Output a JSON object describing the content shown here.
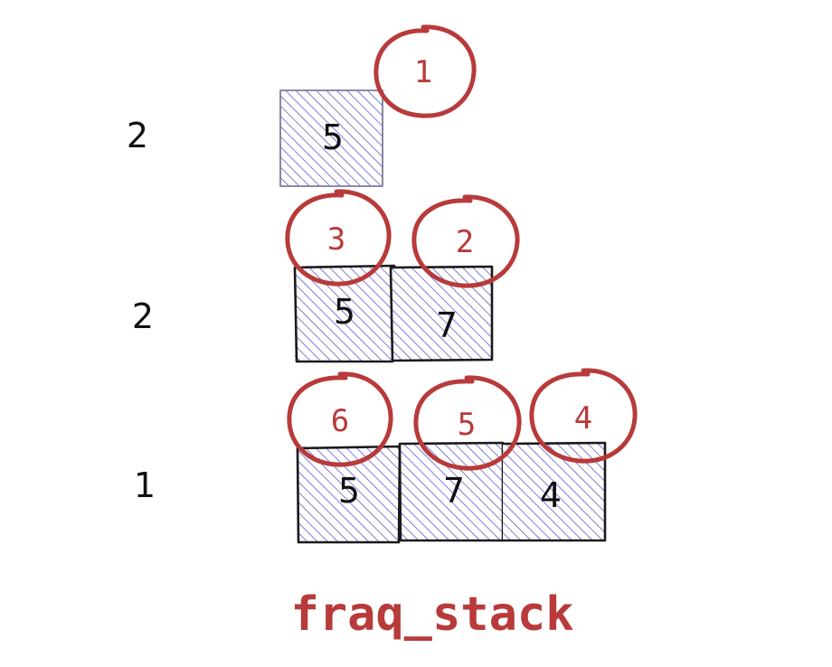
{
  "title": "fraq_stack",
  "colors": {
    "ring": "#b83a3a",
    "hatch": "#4a46c8",
    "box_edge": "#1a1a1a",
    "title": "#b83a3a"
  },
  "rows": [
    {
      "frequency": "2",
      "boxes": [
        {
          "value": "5",
          "push_order": "1"
        }
      ]
    },
    {
      "frequency": "2",
      "boxes": [
        {
          "value": "5",
          "push_order": "3"
        },
        {
          "value": "7",
          "push_order": "2"
        }
      ]
    },
    {
      "frequency": "1",
      "boxes": [
        {
          "value": "5",
          "push_order": "6"
        },
        {
          "value": "7",
          "push_order": "5"
        },
        {
          "value": "4",
          "push_order": "4"
        }
      ]
    }
  ]
}
